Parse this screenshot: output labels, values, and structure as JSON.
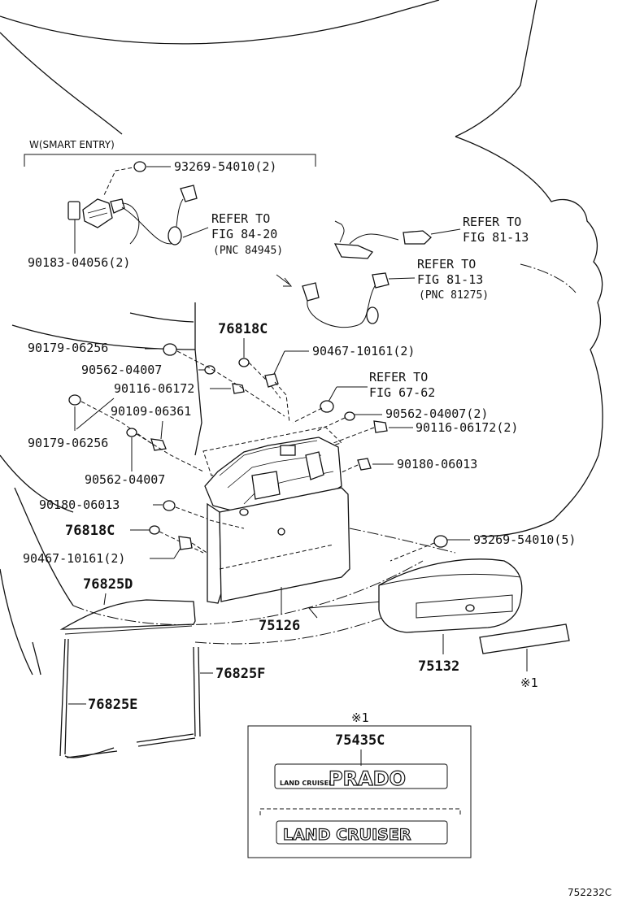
{
  "diagram": {
    "variant_label": "W(SMART ENTRY)",
    "figure_code": "752232C",
    "parts": {
      "p93269_2": "93269-54010(2)",
      "p90183": "90183-04056(2)",
      "p90179_a": "90179-06256",
      "p90562_a": "90562-04007",
      "p90116_a": "90116-06172",
      "p90109": "90109-06361",
      "p90179_b": "90179-06256",
      "p90562_b": "90562-04007",
      "p90180_a": "90180-06013",
      "p76818_a": "76818C",
      "p76818_b": "76818C",
      "p90467_a": "90467-10161(2)",
      "p90467_b": "90467-10161(2)",
      "p90562_c": "90562-04007(2)",
      "p90116_b": "90116-06172(2)",
      "p90180_b": "90180-06013",
      "p93269_5": "93269-54010(5)",
      "p76825D": "76825D",
      "p76825E": "76825E",
      "p76825F": "76825F",
      "p75126": "75126",
      "p75132": "75132",
      "p75435C": "75435C"
    },
    "refs": {
      "r1": {
        "l1": "REFER TO",
        "l2": "FIG 84-20",
        "l3": "(PNC 84945)"
      },
      "r2": {
        "l1": "REFER TO",
        "l2": "FIG 81-13"
      },
      "r3": {
        "l1": "REFER TO",
        "l2": "FIG 81-13",
        "l3": "(PNC 81275)"
      },
      "r4": {
        "l1": "REFER TO",
        "l2": "FIG 67-62"
      }
    },
    "note_mark": "※1",
    "note_mark_box": "※1",
    "emblems": {
      "prado_small": "LAND CRUISER",
      "prado_main": "PRADO",
      "land_cruiser": "LAND CRUISER"
    }
  }
}
